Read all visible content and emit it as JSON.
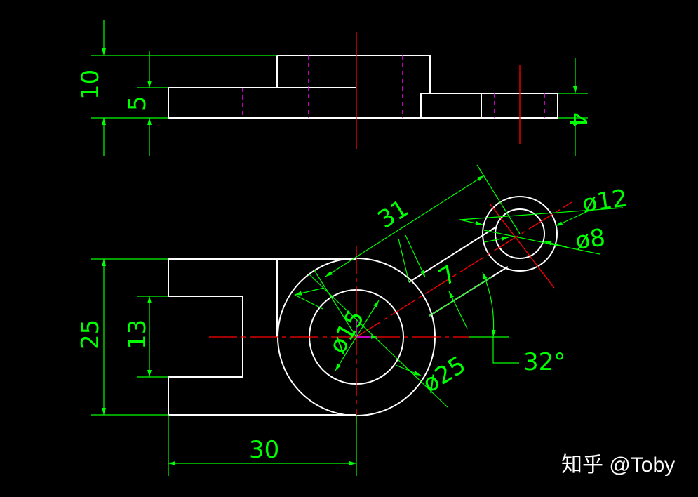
{
  "dimensions": {
    "top_height_total": "10",
    "top_height_base": "5",
    "top_height_right": "4",
    "front_height_total": "25",
    "front_slot_height": "13",
    "front_width": "30",
    "arm_length": "31",
    "arm_width": "7",
    "small_outer_dia": "ø12",
    "small_inner_dia": "ø8",
    "large_outer_dia": "ø25",
    "large_inner_dia": "ø15",
    "arm_angle": "32°"
  },
  "watermark": "知乎 @Toby",
  "colors": {
    "background": "#000000",
    "outline": "#ffffff",
    "dimension": "#00ff00",
    "centerline": "#ff0000",
    "hidden": "#ff00ff"
  }
}
